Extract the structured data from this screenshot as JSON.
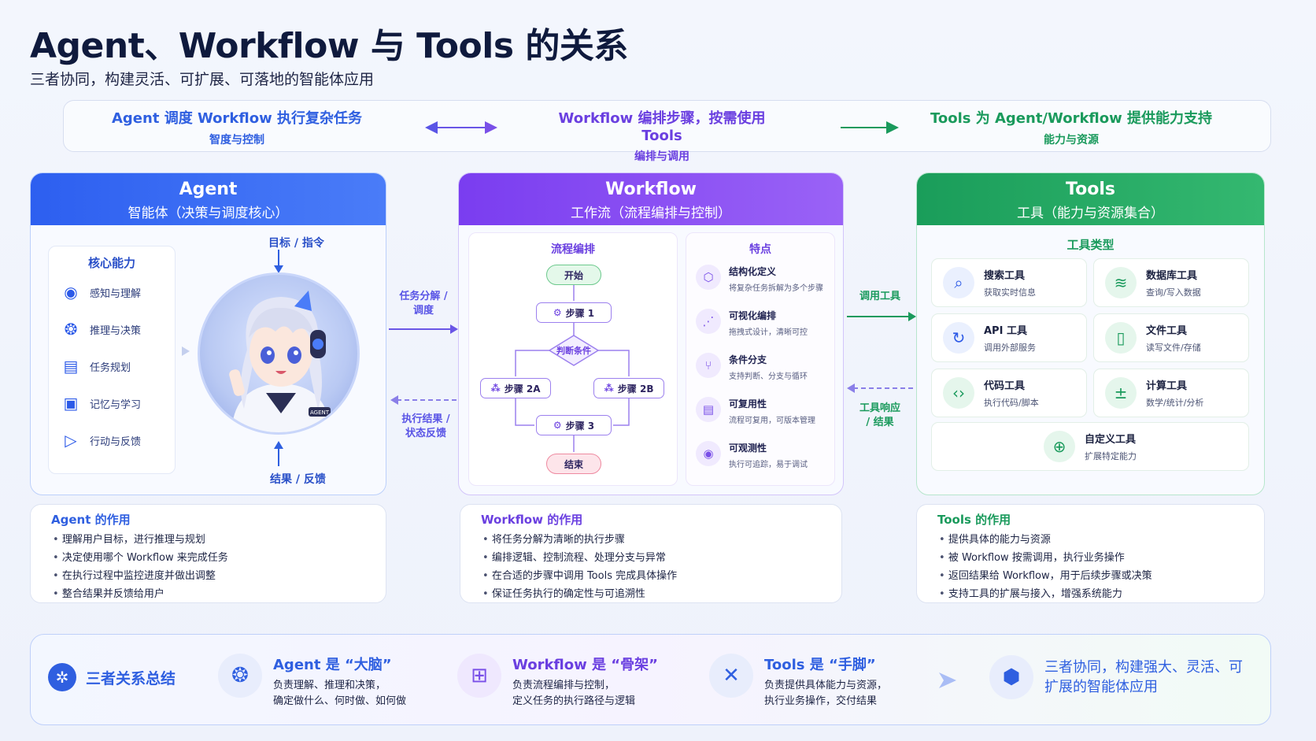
{
  "title": "Agent、Workflow 与 Tools 的关系",
  "subtitle": "三者协同，构建灵活、可扩展、可落地的智能体应用",
  "relations": [
    {
      "title": "Agent 调度 Workflow 执行复杂任务",
      "sub": "智度与控制"
    },
    {
      "title": "Workflow 编排步骤，按需使用 Tools",
      "sub": "编排与调用"
    },
    {
      "title": "Tools 为 Agent/Workflow 提供能力支持",
      "sub": "能力与资源"
    }
  ],
  "agent": {
    "name": "Agent",
    "zh": "智能体（决策与调度核心）",
    "core_title": "核心能力",
    "core_items": [
      {
        "label": "感知与理解",
        "icon": "eye-icon"
      },
      {
        "label": "推理与决策",
        "icon": "brain-icon"
      },
      {
        "label": "任务规划",
        "icon": "clipboard-icon"
      },
      {
        "label": "记忆与学习",
        "icon": "memory-icon"
      },
      {
        "label": "行动与反馈",
        "icon": "play-icon"
      }
    ],
    "goal_label": "目标 / 指令",
    "result_label": "结果 / 反馈",
    "badge": "AGENT"
  },
  "workflow": {
    "name": "Workflow",
    "zh": "工作流（流程编排与控制）",
    "flow_title": "流程编排",
    "nodes": {
      "start": "开始",
      "s1": "步骤 1",
      "cond": "判断条件",
      "s2a": "步骤 2A",
      "s2b": "步骤 2B",
      "s3": "步骤 3",
      "end": "结束"
    },
    "feat_title": "特点",
    "features": [
      {
        "title": "结构化定义",
        "desc": "将复杂任务拆解为多个步骤",
        "icon": "hexagon-icon"
      },
      {
        "title": "可视化编排",
        "desc": "拖拽式设计，清晰可控",
        "icon": "graph-icon"
      },
      {
        "title": "条件分支",
        "desc": "支持判断、分支与循环",
        "icon": "branch-icon"
      },
      {
        "title": "可复用性",
        "desc": "流程可复用，可版本管理",
        "icon": "document-icon"
      },
      {
        "title": "可观测性",
        "desc": "执行可追踪，易于调试",
        "icon": "eye-icon"
      }
    ]
  },
  "tools": {
    "name": "Tools",
    "zh": "工具（能力与资源集合）",
    "types_title": "工具类型",
    "items": [
      {
        "title": "搜索工具",
        "desc": "获取实时信息",
        "icon": "search-icon"
      },
      {
        "title": "数据库工具",
        "desc": "查询/写入数据",
        "icon": "database-icon"
      },
      {
        "title": "API 工具",
        "desc": "调用外部服务",
        "icon": "api-icon"
      },
      {
        "title": "文件工具",
        "desc": "读写文件/存储",
        "icon": "file-icon"
      },
      {
        "title": "代码工具",
        "desc": "执行代码/脚本",
        "icon": "code-icon"
      },
      {
        "title": "计算工具",
        "desc": "数学/统计/分析",
        "icon": "calculator-icon"
      }
    ],
    "custom": {
      "title": "自定义工具",
      "desc": "扩展特定能力",
      "icon": "plus-icon"
    }
  },
  "arrows": {
    "task_split": "任务分解 /\n调度",
    "exec_result": "执行结果 /\n状态反馈",
    "call_tool": "调用工具",
    "tool_resp": "工具响应\n/ 结果"
  },
  "roles": {
    "agent": {
      "title": "Agent 的作用",
      "items": [
        "理解用户目标，进行推理与规划",
        "决定使用哪个 Workflow 来完成任务",
        "在执行过程中监控进度并做出调整",
        "整合结果并反馈给用户"
      ]
    },
    "workflow": {
      "title": "Workflow 的作用",
      "items": [
        "将任务分解为清晰的执行步骤",
        "编排逻辑、控制流程、处理分支与异常",
        "在合适的步骤中调用 Tools 完成具体操作",
        "保证任务执行的确定性与可追溯性"
      ]
    },
    "tools": {
      "title": "Tools 的作用",
      "items": [
        "提供具体的能力与资源",
        "被 Workflow 按需调用，执行业务操作",
        "返回结果给 Workflow，用于后续步骤或决策",
        "支持工具的扩展与接入，增强系统能力"
      ]
    }
  },
  "summary": {
    "title": "三者关系总结",
    "items": [
      {
        "title": "Agent 是 “大脑”",
        "desc1": "负责理解、推理和决策，",
        "desc2": "确定做什么、何时做、如何做"
      },
      {
        "title": "Workflow 是 “骨架”",
        "desc1": "负责流程编排与控制，",
        "desc2": "定义任务的执行路径与逻辑"
      },
      {
        "title": "Tools 是 “手脚”",
        "desc1": "负责提供具体能力与资源，",
        "desc2": "执行业务操作，交付结果"
      }
    ],
    "final": "三者协同，构建强大、灵活、可扩展的智能体应用"
  },
  "colors": {
    "agent": "#2f5fe0",
    "workflow": "#6a3fe0",
    "tools": "#1a9a5c"
  }
}
